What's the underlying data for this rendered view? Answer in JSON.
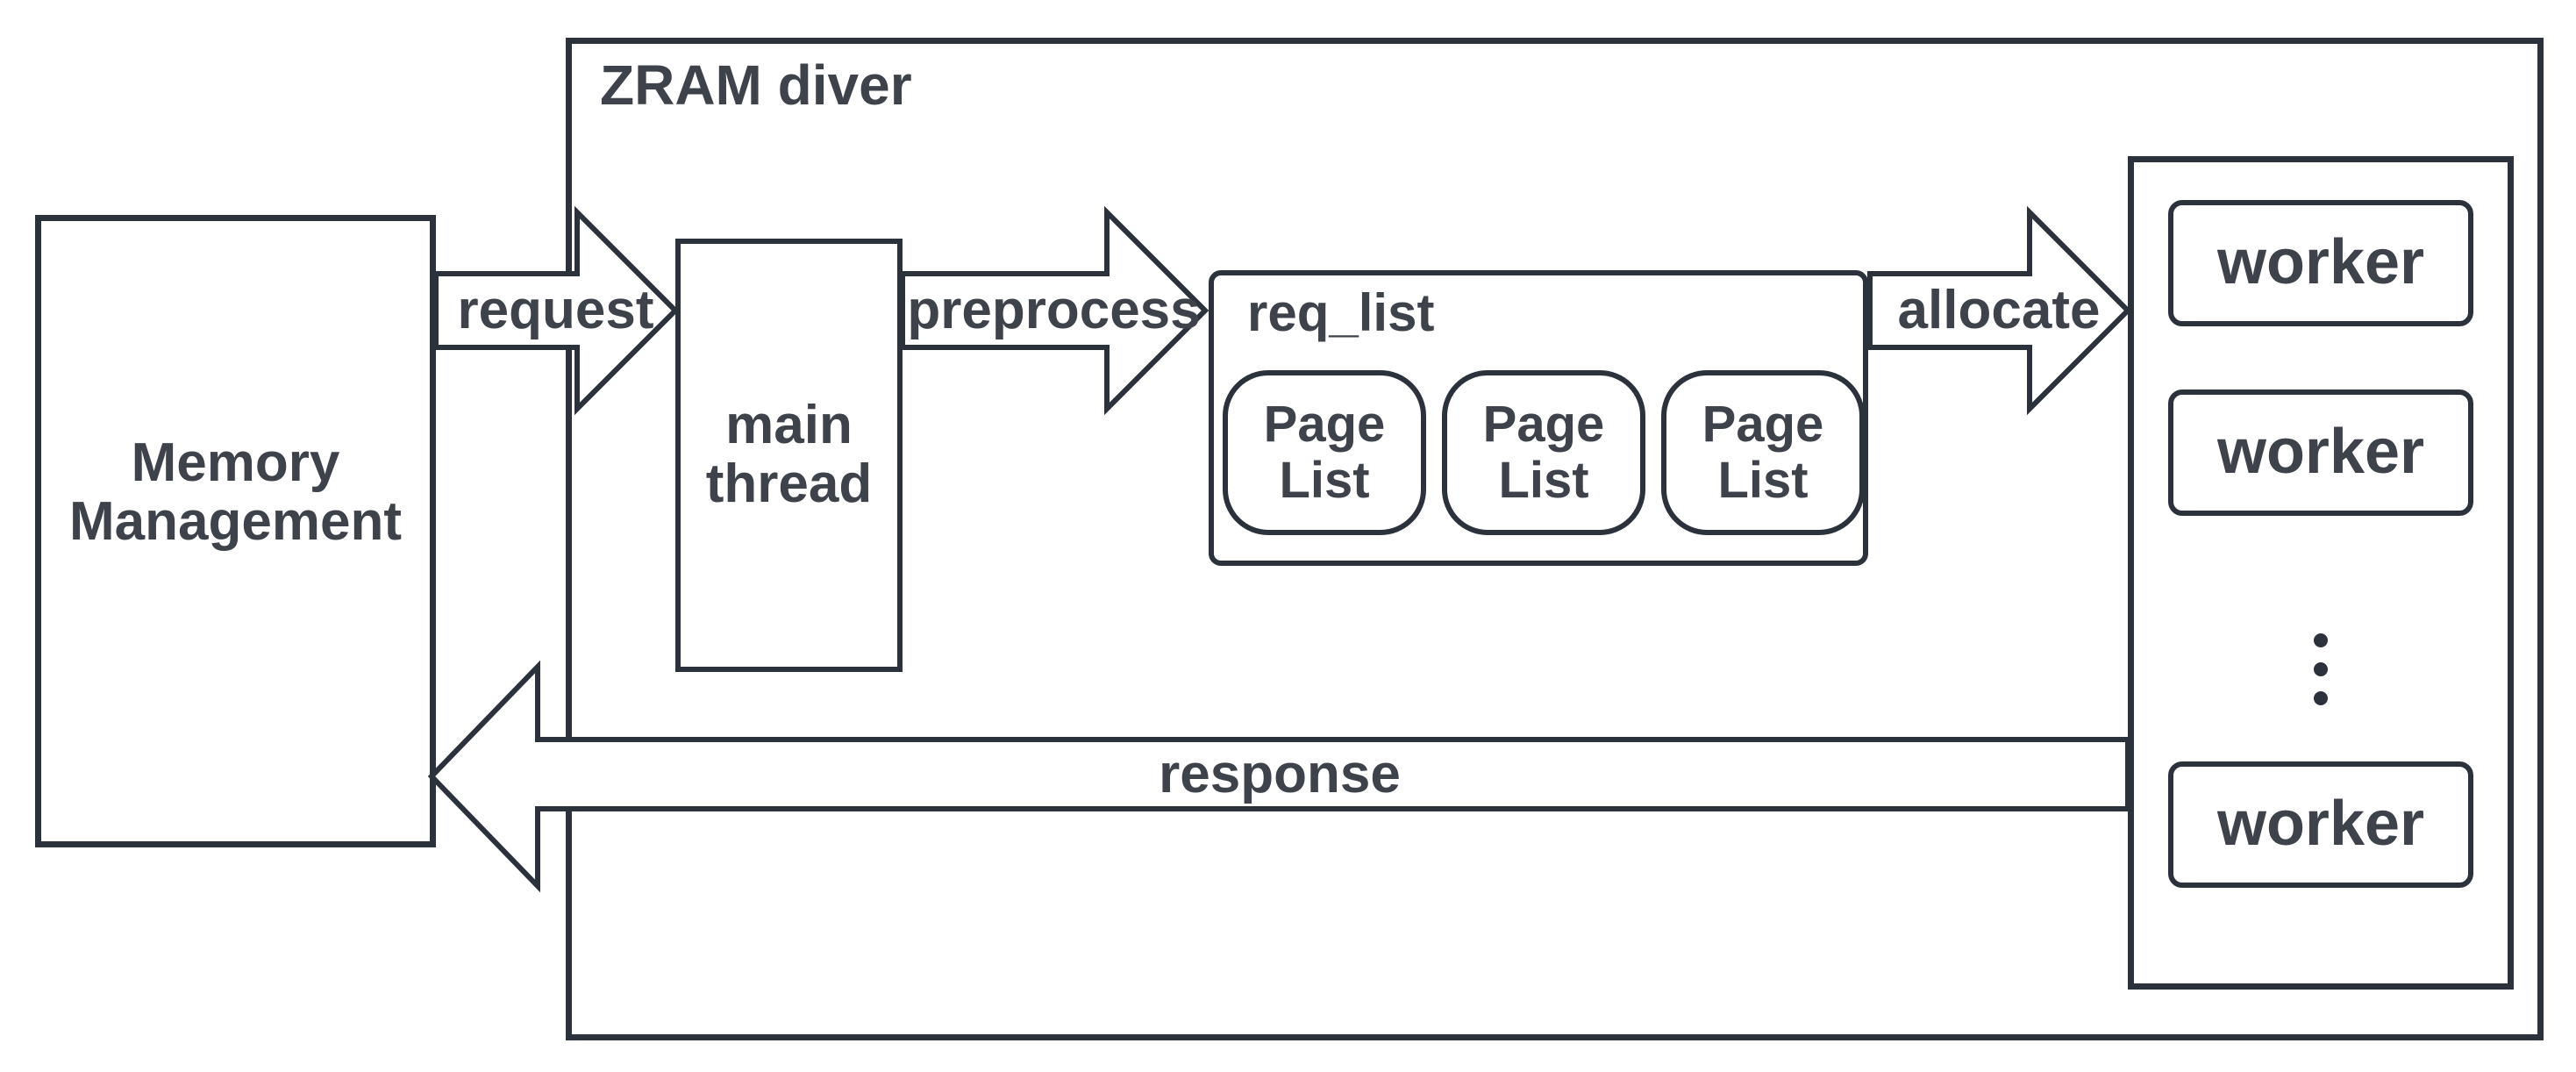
{
  "diagram": {
    "colors": {
      "border": "#2b323c",
      "text": "#3e434b",
      "background": "#ffffff"
    },
    "memory_management": {
      "label": "Memory Management"
    },
    "zram_driver": {
      "label": "ZRAM diver",
      "main_thread": {
        "label": "main thread"
      },
      "req_list": {
        "label": "req_list",
        "pages": [
          {
            "label": "Page List"
          },
          {
            "label": "Page List"
          },
          {
            "label": "Page List"
          }
        ]
      },
      "workers": {
        "items": [
          {
            "label": "worker"
          },
          {
            "label": "worker"
          },
          {
            "label": "worker"
          }
        ],
        "ellipsis_icon": "vertical-ellipsis"
      }
    },
    "arrows": [
      {
        "id": "request",
        "label": "request",
        "direction": "right"
      },
      {
        "id": "preprocess",
        "label": "preprocess",
        "direction": "right"
      },
      {
        "id": "allocate",
        "label": "allocate",
        "direction": "right"
      },
      {
        "id": "response",
        "label": "response",
        "direction": "left"
      }
    ]
  }
}
